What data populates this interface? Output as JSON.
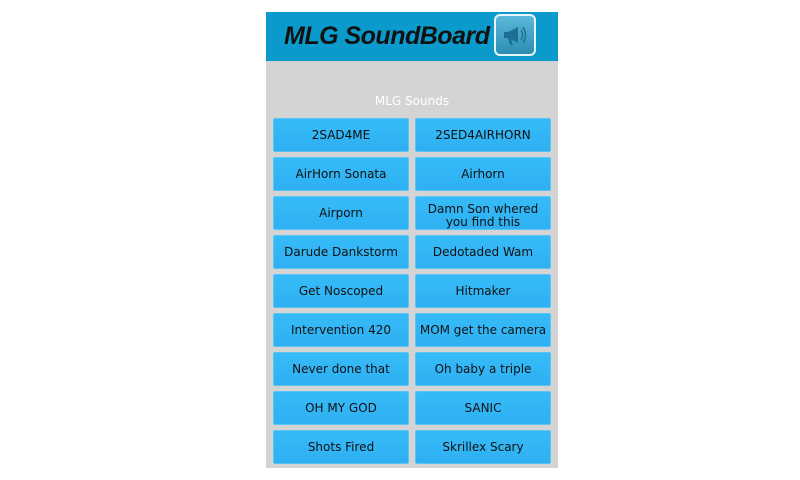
{
  "header": {
    "title": "MLG SoundBoard",
    "logo_icon": "megaphone-icon"
  },
  "section_title": "MLG Sounds",
  "colors": {
    "header": "#0a9bcc",
    "button": "#33b5f5",
    "background": "#d4d4d4"
  },
  "sounds": [
    "2SAD4ME",
    "2SED4AIRHORN",
    "AirHorn Sonata",
    "Airhorn",
    "Airporn",
    "Damn Son whered you find this",
    "Darude Dankstorm",
    "Dedotaded Wam",
    "Get Noscoped",
    "Hitmaker",
    "Intervention 420",
    "MOM get the camera",
    "Never done that",
    "Oh baby a triple",
    "OH MY GOD",
    "SANIC",
    "Shots Fired",
    "Skrillex Scary"
  ]
}
